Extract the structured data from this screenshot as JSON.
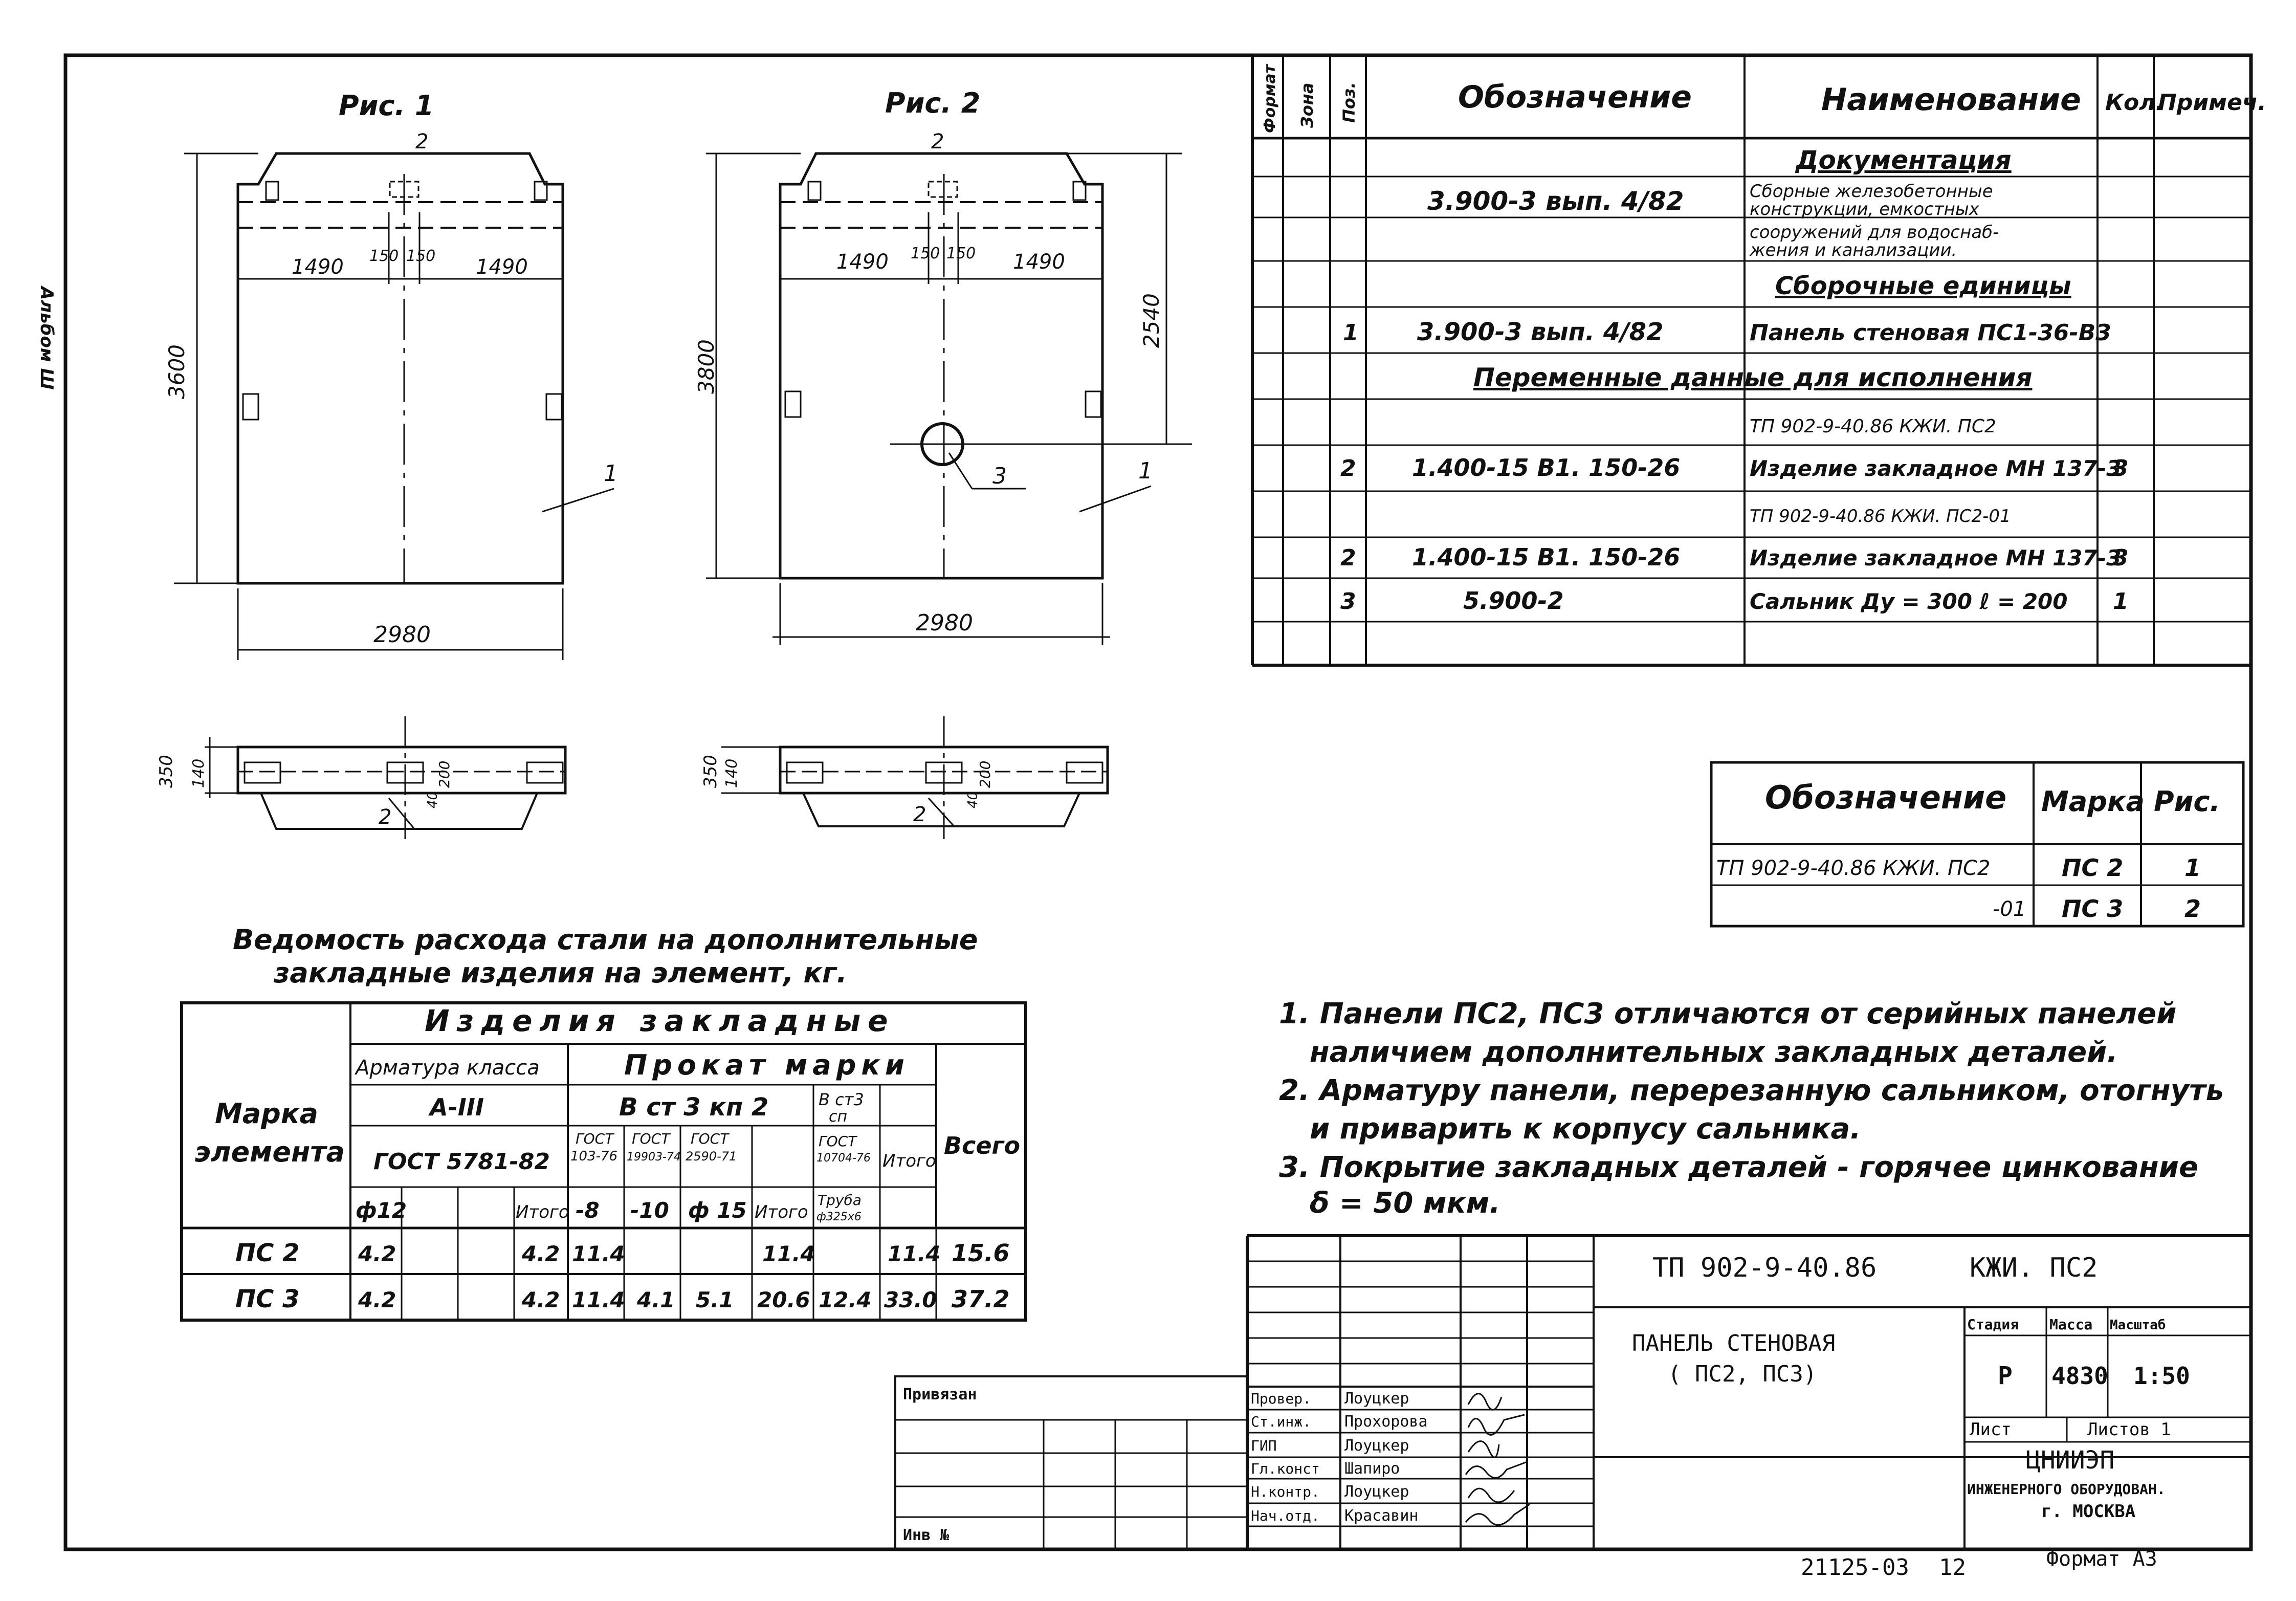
{
  "side_label": "Альбом Ш",
  "fig1": {
    "title": "Рис. 1",
    "d_top_left": "1490",
    "d_mid_a": "150",
    "d_mid_b": "150",
    "d_top_right": "1490",
    "d_height": "3600",
    "d_width": "2980",
    "callout_top": "2",
    "callout_side": "1",
    "sec_h_total": "350",
    "sec_h_part": "140",
    "sec_h_mid": "200",
    "sec_h_small": "40",
    "sec_callout": "2"
  },
  "fig2": {
    "title": "Рис. 2",
    "d_top_left": "1490",
    "d_mid_a": "150",
    "d_mid_b": "150",
    "d_top_right": "1490",
    "d_height": "3800",
    "d_width": "2980",
    "d_right": "2540",
    "callout_top": "2",
    "callout_side": "1",
    "callout_hole": "3",
    "sec_h_total": "350",
    "sec_h_part": "140",
    "sec_h_mid": "200",
    "sec_h_small": "40",
    "sec_callout": "2"
  },
  "spec": {
    "headers": [
      "Формат",
      "Зона",
      "Поз.",
      "Обозначение",
      "Наименование",
      "Кол.",
      "Примеч."
    ],
    "section_docs": "Документация",
    "doc_code": "3.900-3 вып. 4/82",
    "doc_name": [
      "Сборные железобетонные",
      "конструкции, емкостных",
      "сооружений для водоснаб-",
      "жения и канализации."
    ],
    "section_units": "Сборочные единицы",
    "row1": {
      "pos": "1",
      "code": "3.900-3 вып. 4/82",
      "name": "Панель стеновая ПС1-36-В3"
    },
    "section_vars": "Переменные данные для исполнения",
    "var1": "ТП 902-9-40.86 КЖИ. ПС2",
    "row2": {
      "pos": "2",
      "code": "1.400-15 В1. 150-26",
      "name": "Изделие закладное МН 137-3",
      "qty": "3"
    },
    "var2": "ТП 902-9-40.86 КЖИ. ПС2-01",
    "row3": {
      "pos": "2",
      "code": "1.400-15 В1. 150-26",
      "name": "Изделие закладное МН 137-3",
      "qty": "3"
    },
    "row4": {
      "pos": "3",
      "code": "5.900-2",
      "name": "Сальник Ду = 300 ℓ = 200",
      "qty": "1"
    }
  },
  "marks_table": {
    "headers": [
      "Обозначение",
      "Марка",
      "Рис."
    ],
    "rows": [
      {
        "code": "ТП 902-9-40.86 КЖИ. ПС2",
        "mark": "ПС 2",
        "fig": "1"
      },
      {
        "code": "-01",
        "mark": "ПС 3",
        "fig": "2"
      }
    ]
  },
  "steel": {
    "title_line1": "Ведомость расхода стали на дополнительные",
    "title_line2": "закладные изделия на элемент, кг.",
    "h_mark": [
      "Марка",
      "элемента"
    ],
    "h_group": "Изделия закладные",
    "h_arm": "Арматура класса",
    "h_arm_class": "А-III",
    "h_arm_gost": "ГОСТ 5781-82",
    "h_prokat": "Прокат марки",
    "h_vst3kp2": "В ст 3 кп 2",
    "h_vst3sp": [
      "В ст3",
      "сп"
    ],
    "h_gost1": [
      "ГОСТ",
      "103-76"
    ],
    "h_gost2": [
      "ГОСТ",
      "19903-74"
    ],
    "h_gost3": [
      "ГОСТ",
      "2590-71"
    ],
    "h_gost4": [
      "ГОСТ",
      "10704-76"
    ],
    "h_itogo": "Итого",
    "h_total": "Всего",
    "h_truba": [
      "Труба",
      "ф325х6"
    ],
    "h_cols": [
      "ф12",
      "",
      "",
      "Итого",
      "-8",
      "-10",
      "ф 15",
      "Итого",
      "",
      ""
    ],
    "rows": [
      {
        "mark": "ПС 2",
        "v": [
          "4.2",
          "",
          "",
          "4.2",
          "11.4",
          "",
          "",
          "11.4",
          "",
          "11.4"
        ],
        "total": "15.6"
      },
      {
        "mark": "ПС 3",
        "v": [
          "4.2",
          "",
          "",
          "4.2",
          "11.4",
          "4.1",
          "5.1",
          "20.6",
          "12.4",
          "33.0"
        ],
        "total": "37.2"
      }
    ]
  },
  "notes": [
    "1. Панели ПС2, ПС3 отличаются от серийных панелей",
    "наличием дополнительных закладных деталей.",
    "2. Арматуру панели, перерезанную сальником, отогнуть",
    "и приварить к корпусу сальника.",
    "3. Покрытие закладных деталей - горячее цинкование",
    "δ = 50 мкм."
  ],
  "stamp": {
    "doc_code": "ТП 902-9-40.86",
    "doc_mark": "КЖИ. ПС2",
    "title": [
      "ПАНЕЛЬ СТЕНОВАЯ",
      "( ПС2, ПС3)"
    ],
    "stage_label": "Стадия",
    "mass_label": "Масса",
    "scale_label": "Масштаб",
    "stage": "Р",
    "mass": "4830",
    "scale": "1:50",
    "sheet_label": "Лист",
    "sheets_label": "Листов 1",
    "org": [
      "ЦНИИЭП",
      "ИНЖЕНЕРНОГО ОБОРУДОВАН.",
      "г. МОСКВА"
    ],
    "roles": [
      "Провер.",
      "Ст.инж.",
      "ГИП",
      "Гл.конст",
      "Н.контр.",
      "Нач.отд."
    ],
    "names": [
      "Лоуцкер",
      "Прохорова",
      "Лоуцкер",
      "Шапиро",
      "Лоуцкер",
      "Красавин"
    ],
    "bound": "Привязан",
    "inv": "Инв №",
    "sheet_no": "21125-03",
    "page": "12",
    "format": "Формат А3"
  }
}
